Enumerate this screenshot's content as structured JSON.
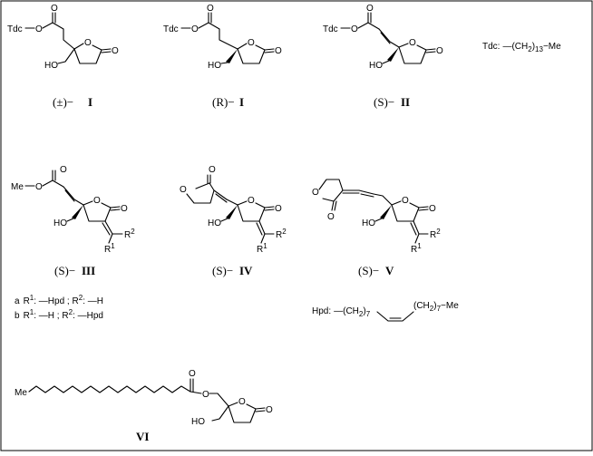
{
  "compounds": {
    "c1": {
      "label_prefix": "(±)−",
      "label_num": "I",
      "chain": "Tdc",
      "ester_o": "O",
      "carbonyl_o": "O",
      "ring_o": "O",
      "lactone_o": "O",
      "hydroxy": "HO"
    },
    "c2": {
      "label_prefix": "(R)−",
      "label_num": "I",
      "chain": "Tdc",
      "ester_o": "O",
      "carbonyl_o": "O",
      "ring_o": "O",
      "lactone_o": "O",
      "hydroxy": "HO"
    },
    "c3": {
      "label_prefix": "(S)−",
      "label_num": "II",
      "chain": "Tdc",
      "ester_o": "O",
      "carbonyl_o": "O",
      "ring_o": "O",
      "lactone_o": "O",
      "hydroxy": "HO"
    },
    "c4": {
      "label_prefix": "(S)−",
      "label_num": "III",
      "chain": "Me",
      "ester_o": "O",
      "carbonyl_o": "O",
      "ring_o": "O",
      "lactone_o": "O",
      "hydroxy": "HO",
      "r1": "R",
      "r1_sup": "1",
      "r2": "R",
      "r2_sup": "2"
    },
    "c5": {
      "label_prefix": "(S)−",
      "label_num": "IV",
      "carbonyl_o": "O",
      "ring_o": "O",
      "ring_o2": "O",
      "lactone_o": "O",
      "hydroxy": "HO",
      "r1": "R",
      "r1_sup": "1",
      "r2": "R",
      "r2_sup": "2"
    },
    "c6": {
      "label_prefix": "(S)−",
      "label_num": "V",
      "carbonyl_o": "O",
      "ring_o": "O",
      "ring_o2": "O",
      "lactone_o": "O",
      "hydroxy": "HO",
      "r1": "R",
      "r1_sup": "1",
      "r2": "R",
      "r2_sup": "2"
    },
    "c7": {
      "label_num": "VI",
      "chain": "Me",
      "ester_o": "O",
      "carbonyl_o": "O",
      "ring_o": "O",
      "lactone_o": "O",
      "hydroxy": "HO"
    }
  },
  "tdc_def": {
    "name": "Tdc:",
    "formula": "—(CH",
    "sub1": "2",
    "close": ")",
    "sub2": "13",
    "tail": "−Me"
  },
  "hpd_def": {
    "name": "Hpd:",
    "part1": "—(CH",
    "sub1": "2",
    "close1": ")",
    "sub2": "7",
    "part2": "(CH",
    "sub3": "2",
    "close2": ")",
    "sub4": "7",
    "tail": "−Me"
  },
  "notes": {
    "a": {
      "tag": "a",
      "r1": "R",
      "r1_sup": "1",
      "r1_val": ": —Hpd ; ",
      "r2": "R",
      "r2_sup": "2",
      "r2_val": ": —H"
    },
    "b": {
      "tag": "b",
      "r1": "R",
      "r1_sup": "1",
      "r1_val": ": —H ; ",
      "r2": "R",
      "r2_sup": "2",
      "r2_val": ": —Hpd"
    }
  }
}
